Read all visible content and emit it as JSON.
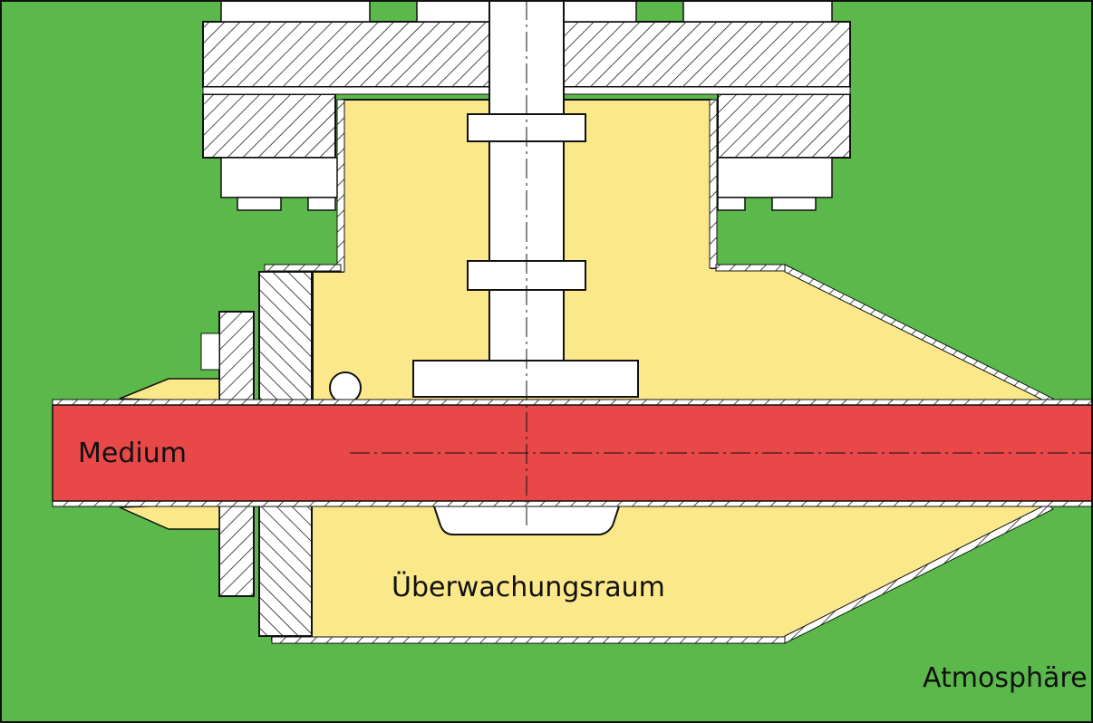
{
  "labels": {
    "medium": "Medium",
    "monitoring_space": "Überwachungsraum",
    "atmosphere": "Atmosphäre"
  },
  "colors": {
    "atmosphere": "#5ab94a",
    "monitoring_space": "#fbe88a",
    "medium": "#e84848"
  }
}
